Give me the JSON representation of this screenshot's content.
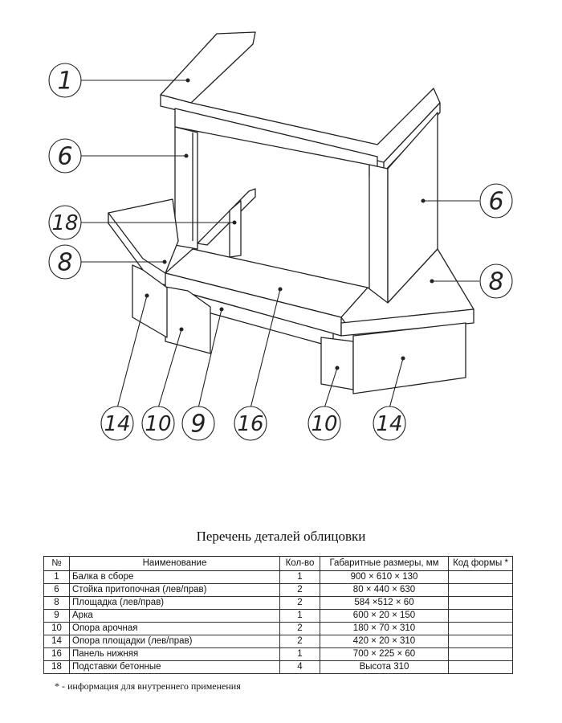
{
  "callouts": [
    "1",
    "6",
    "18",
    "8",
    "6",
    "8",
    "14",
    "10",
    "9",
    "16",
    "10",
    "14"
  ],
  "title": "Перечень деталей облицовки",
  "table": {
    "headers": [
      "№",
      "Наименование",
      "Кол-во",
      "Габаритные размеры, мм",
      "Код формы *"
    ],
    "rows": [
      [
        "1",
        "Балка в сборе",
        "1",
        "900 × 610 × 130",
        ""
      ],
      [
        "6",
        "Стойка притопочная (лев/прав)",
        "2",
        "80 × 440 × 630",
        ""
      ],
      [
        "8",
        "Площадка (лев/прав)",
        "2",
        "584 ×512 × 60",
        ""
      ],
      [
        "9",
        "Арка",
        "1",
        "600 × 20 × 150",
        ""
      ],
      [
        "10",
        "Опора арочная",
        "2",
        "180 × 70 × 310",
        ""
      ],
      [
        "14",
        "Опора площадки (лев/прав)",
        "2",
        "420 × 20 × 310",
        ""
      ],
      [
        "16",
        "Панель нижняя",
        "1",
        "700 × 225 × 60",
        ""
      ],
      [
        "18",
        "Подставки бетонные",
        "4",
        "Высота 310",
        ""
      ]
    ]
  },
  "note": "* - информация для внутреннего применения"
}
